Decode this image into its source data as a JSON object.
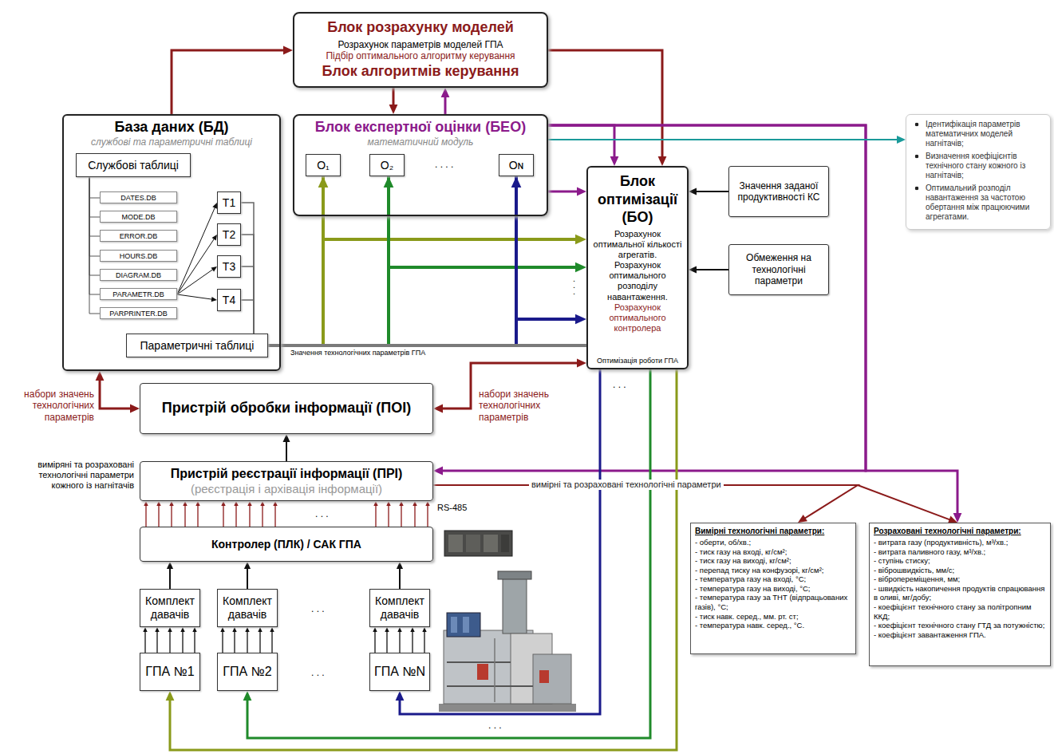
{
  "diagram": {
    "nodes": [
      {
        "text": [
          "Блок розрахунку моделей",
          "Розрахунок параметрів моделей ГПА",
          "Підбір оптимального алгоритму керування",
          "Блок алгоритмів керування"
        ]
      },
      {
        "text": [
          "База даних (БД)",
          "службові та параметричні таблиці"
        ]
      },
      {
        "text": [
          "Службові таблиці"
        ],
        "in": 1
      },
      {
        "text": [
          "DATES.DB"
        ],
        "in": 1
      },
      {
        "text": [
          "MODE.DB"
        ],
        "in": 1
      },
      {
        "text": [
          "ERROR.DB"
        ],
        "in": 1
      },
      {
        "text": [
          "HOURS.DB"
        ],
        "in": 1
      },
      {
        "text": [
          "DIAGRAM.DB"
        ],
        "in": 1
      },
      {
        "text": [
          "PARAMETR.DB"
        ],
        "in": 1
      },
      {
        "text": [
          "PARPRINTER.DB"
        ],
        "in": 1
      },
      {
        "text": [
          "T1"
        ],
        "in": 1
      },
      {
        "text": [
          "T2"
        ],
        "in": 1
      },
      {
        "text": [
          "T3"
        ],
        "in": 1
      },
      {
        "text": [
          "T4"
        ],
        "in": 1
      },
      {
        "text": [
          "Параметричні таблиці"
        ],
        "in": 1
      },
      {
        "text": [
          "Блок експертної оцінки (БЕО)",
          "математичний модуль"
        ]
      },
      {
        "text": [
          "O₁"
        ],
        "in": 15
      },
      {
        "text": [
          "O₂"
        ],
        "in": 15
      },
      {
        "text": [
          "Oɴ"
        ],
        "in": 15
      },
      {
        "text": [
          "Блок оптимізації (БО)",
          "Розрахунок оптимальної кількості агрегатів.",
          "Розрахунок оптимального розподілу навантаження.",
          "Розрахунок оптимального контролера",
          "Оптимізація роботи ГПА"
        ]
      },
      {
        "text": [
          "Значення заданої продуктивності КС"
        ]
      },
      {
        "text": [
          "Обмеження на технологічні параметри"
        ]
      },
      {
        "text": [
          "Ідентифікація параметрів математичних моделей нагнітачів;",
          "Визначення коефіцієнтів технічного стану кожного із нагнітачів;",
          "Оптимальний розподіл навантаження за частотою обертання між працюючими агрегатами."
        ]
      },
      {
        "text": [
          "Пристрій обробки інформації (ПОІ)"
        ]
      },
      {
        "text": [
          "Пристрій реєстрації інформації (ПРІ)",
          "(реєстрація і архівація інформації)"
        ]
      },
      {
        "text": [
          "Контролер (ПЛК) / САК ГПА"
        ]
      },
      {
        "text": [
          "Комплект давачів"
        ]
      },
      {
        "text": [
          "Комплект давачів"
        ]
      },
      {
        "text": [
          "Комплект давачів"
        ]
      },
      {
        "text": [
          "ГПА №1"
        ]
      },
      {
        "text": [
          "ГПА №2"
        ]
      },
      {
        "text": [
          "ГПА №N"
        ]
      },
      {
        "text": [
          "Вимірні технологічні параметри:",
          "- оберти, об/хв.;",
          "- тиск газу на вході, кг/см²;",
          "- тиск газу на виході, кг/см²;",
          "- перепад тиску на конфузорі, кг/см²;",
          "- температура газу на вході, °С;",
          "- температура газу на виході, °С;",
          "- температура газу за ТНТ (відпрацьованих газів), °С;",
          "- тиск навк. серед., мм. рт. ст;",
          "- температура навк. серед., °С."
        ]
      },
      {
        "text": [
          "Розраховані технологічні параметри:",
          "- витрата газу (продуктивність), м³/хв.;",
          "- витрата паливного газу, м³/хв.;",
          "- ступінь стиску;",
          "- віброшвидкість, мм/с;",
          "- вібропереміщення, мм;",
          "- швидкість накопичення продуктів спрацювання в оливі, мг/добу;",
          "- коефіцієнт технічного стану за політропним ККД;",
          "- коефіцієнт технічного стану ГТД за потужністю;",
          "- коефіцієнт завантаження ГПА."
        ]
      }
    ],
    "edges": [
      {
        "from": 1,
        "to": 0,
        "arrow": "to"
      },
      {
        "from": 0,
        "to": 15,
        "arrow": "to"
      },
      {
        "from": 15,
        "to": 0,
        "arrow": "to"
      },
      {
        "from": 0,
        "to": 19,
        "arrow": "to"
      },
      {
        "from": 15,
        "to": 19,
        "arrow": "to"
      },
      {
        "from": 15,
        "to": 24,
        "arrow": "to"
      },
      {
        "from": 15,
        "to": 33,
        "arrow": "to"
      },
      {
        "from": 15,
        "to": 19,
        "arrow": "to"
      },
      {
        "from": 15,
        "to": 22,
        "arrow": "to"
      },
      {
        "from": 1,
        "to": 23,
        "arrow": "both",
        "label": "набори значень технологічних параметрів"
      },
      {
        "from": 23,
        "to": 19,
        "arrow": "both",
        "label": "набори значень технологічних параметрів"
      },
      {
        "from": 14,
        "to": 19,
        "arrow": "none",
        "label": "Значення технологічних параметрів ГПА"
      },
      {
        "from": 14,
        "to": 16,
        "arrow": "to"
      },
      {
        "from": 16,
        "to": 19,
        "arrow": "to"
      },
      {
        "from": 14,
        "to": 17,
        "arrow": "to"
      },
      {
        "from": 17,
        "to": 19,
        "arrow": "to"
      },
      {
        "from": 14,
        "to": 18,
        "arrow": "to"
      },
      {
        "from": 18,
        "to": 19,
        "arrow": "to"
      },
      {
        "from": 20,
        "to": 19,
        "arrow": "to"
      },
      {
        "from": 21,
        "to": 19,
        "arrow": "to"
      },
      {
        "from": 19,
        "to": 29,
        "arrow": "to"
      },
      {
        "from": 19,
        "to": 30,
        "arrow": "to"
      },
      {
        "from": 19,
        "to": 31,
        "arrow": "to"
      },
      {
        "from": 24,
        "to": 23,
        "arrow": "to"
      },
      {
        "from": 25,
        "to": 24,
        "arrow": "to"
      },
      {
        "from": 26,
        "to": 25,
        "arrow": "to"
      },
      {
        "from": 27,
        "to": 25,
        "arrow": "to"
      },
      {
        "from": 28,
        "to": 25,
        "arrow": "to"
      },
      {
        "from": 29,
        "to": 26,
        "arrow": "to"
      },
      {
        "from": 30,
        "to": 27,
        "arrow": "to"
      },
      {
        "from": 31,
        "to": 28,
        "arrow": "to"
      },
      {
        "from": 24,
        "to": 32,
        "arrow": "to",
        "label": "вимірні та розраховані технологічні параметри"
      },
      {
        "from": 24,
        "to": 33,
        "arrow": "to"
      },
      {
        "from": 8,
        "to": 10,
        "arrow": "to"
      },
      {
        "from": 8,
        "to": 11,
        "arrow": "to"
      },
      {
        "from": 8,
        "to": 12,
        "arrow": "to"
      },
      {
        "from": 8,
        "to": 13,
        "arrow": "to"
      },
      {
        "from": 10,
        "to": 14,
        "arrow": "none"
      },
      {
        "from": 11,
        "to": 14,
        "arrow": "none"
      },
      {
        "from": 12,
        "to": 14,
        "arrow": "none"
      },
      {
        "from": 13,
        "to": 14,
        "arrow": "none"
      },
      {
        "from": 2,
        "to": 3,
        "arrow": "none"
      },
      {
        "from": 2,
        "to": 4,
        "arrow": "none"
      },
      {
        "from": 2,
        "to": 5,
        "arrow": "none"
      },
      {
        "from": 2,
        "to": 6,
        "arrow": "none"
      },
      {
        "from": 2,
        "to": 7,
        "arrow": "none"
      },
      {
        "from": 2,
        "to": 8,
        "arrow": "none"
      },
      {
        "from": 2,
        "to": 9,
        "arrow": "none"
      }
    ],
    "labels": [
      ". . . .",
      ". . .",
      ". . .",
      "виміряні та розраховані технологічні параметри кожного із нагнітачів",
      "RS-485",
      ". . .",
      ". . .",
      ". . .",
      ". . ."
    ]
  }
}
